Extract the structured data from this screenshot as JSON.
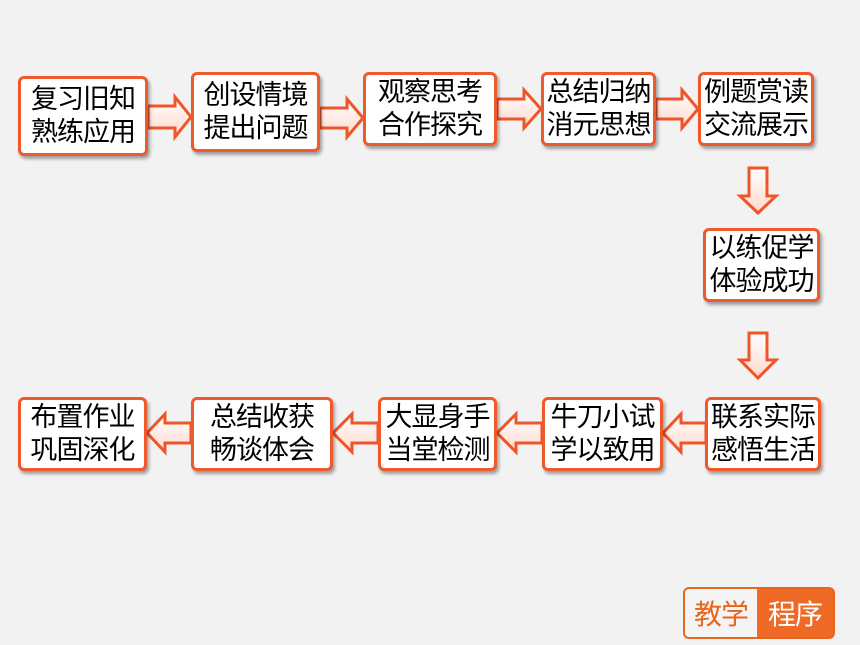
{
  "steps": [
    {
      "line1": "复习旧知",
      "line2": "熟练应用"
    },
    {
      "line1": "创设情境",
      "line2": "提出问题"
    },
    {
      "line1": "观察思考",
      "line2": "合作探究"
    },
    {
      "line1": "总结归纳",
      "line2": "消元思想"
    },
    {
      "line1": "例题赏读",
      "line2": "交流展示"
    },
    {
      "line1": "以练促学",
      "line2": "体验成功"
    },
    {
      "line1": "联系实际",
      "line2": "感悟生活"
    },
    {
      "line1": "牛刀小试",
      "line2": "学以致用"
    },
    {
      "line1": "大显身手",
      "line2": "当堂检测"
    },
    {
      "line1": "总结收获",
      "line2": "畅谈体会"
    },
    {
      "line1": "布置作业",
      "line2": "巩固深化"
    }
  ],
  "badge": {
    "left": "教学",
    "right": "程序"
  },
  "colors": {
    "border": "#ee5a2c",
    "arrow": "#f0552a",
    "badge": "#e8661c"
  }
}
